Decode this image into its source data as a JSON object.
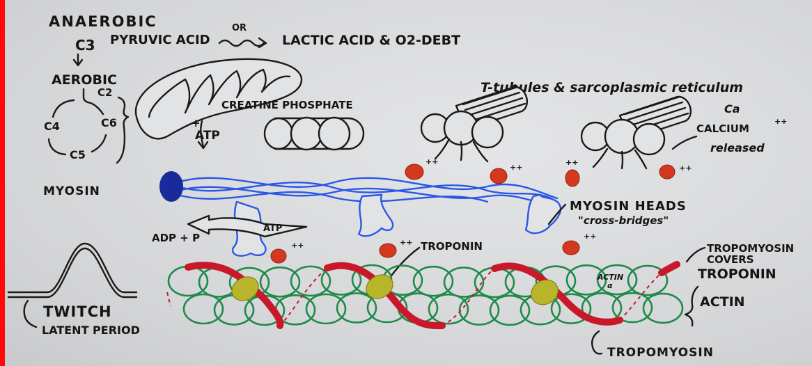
{
  "labels": {
    "anaerobic": "ANAEROBIC",
    "c3": "C3",
    "pyruvic_acid": "PYRUVIC ACID",
    "or": "OR",
    "lactic_acid": "LACTIC ACID & O2-DEBT",
    "aerobic": "AEROBIC",
    "c2": "C2",
    "c4": "C4",
    "c6": "C6",
    "c5": "C5",
    "myosin": "MYOSIN",
    "creatine_phosphate": "CREATINE PHOSPHATE",
    "atp": "ATP",
    "plus": "+",
    "t_tubules": "T-tubules & sarcoplasmic reticulum",
    "ca": "Ca",
    "calcium": "CALCIUM",
    "released": "released",
    "adp_p": "ADP + P",
    "atp_head": "ATP",
    "myosin_heads": "MYOSIN HEADS",
    "cross_bridges": "\"cross-bridges\"",
    "troponin": "TROPONIN",
    "tropomyosin_covers": "TROPOMYOSIN",
    "covers": "COVERS",
    "troponin_right": "TROPONIN",
    "actin_in_fiber": "ACTIN",
    "alpha": "α",
    "actin": "ACTIN",
    "tropomyosin_bottom": "TROPOMYOSIN",
    "twitch": "TWITCH",
    "latent_period": "LATENT PERIOD",
    "ion_mark": "++"
  },
  "colors": {
    "ink": "#1a1a1a",
    "myosin_blue": "#2a57e6",
    "myosin_tail": "#1a2a9a",
    "actin_green": "#1f8a4a",
    "tropomyosin_red": "#c8182a",
    "calcium_red": "#d4391f",
    "troponin_yellow": "#b9b52a",
    "edge_red": "#ff0a0a"
  }
}
